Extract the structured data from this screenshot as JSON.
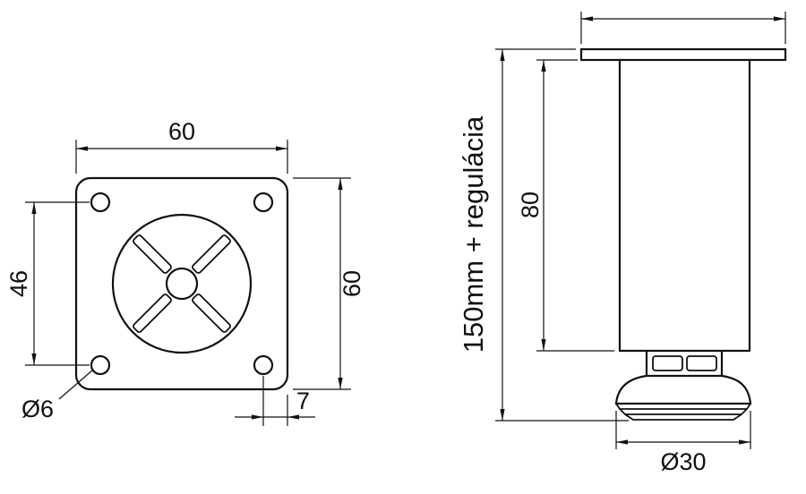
{
  "colors": {
    "line": "#111111",
    "background": "#ffffff"
  },
  "dims": {
    "plate_width": "60",
    "plate_height": "60",
    "hole_spacing": "46",
    "hole_diameter": "Ø6",
    "hole_edge_offset": "7",
    "tube_height": "80",
    "total_height": "150mm + regulácia",
    "foot_diameter": "Ø30"
  }
}
